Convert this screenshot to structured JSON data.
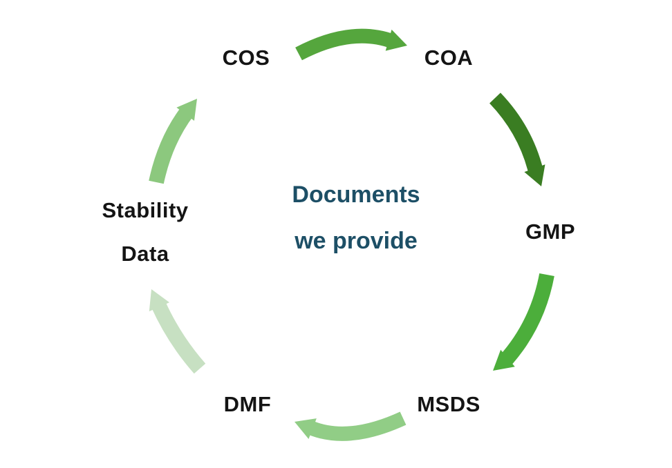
{
  "diagram": {
    "type": "cycle",
    "center_title": {
      "line1": "Documents",
      "line2": "we provide",
      "color": "#1d4f66"
    },
    "nodes": [
      {
        "id": "cos",
        "label": "COS"
      },
      {
        "id": "coa",
        "label": "COA"
      },
      {
        "id": "gmp",
        "label": "GMP"
      },
      {
        "id": "msds",
        "label": "MSDS"
      },
      {
        "id": "dmf",
        "label": "DMF"
      },
      {
        "id": "stability",
        "label": "Stability Data"
      }
    ],
    "node_text_color": "#141414",
    "background_color": "#ffffff",
    "arrows": [
      {
        "from": "COS",
        "to": "COA",
        "color": "#55a63d"
      },
      {
        "from": "COA",
        "to": "GMP",
        "color": "#3a7d22"
      },
      {
        "from": "GMP",
        "to": "MSDS",
        "color": "#4cae3b"
      },
      {
        "from": "MSDS",
        "to": "DMF",
        "color": "#91cd86"
      },
      {
        "from": "DMF",
        "to": "Stability Data",
        "color": "#c7e0c2"
      },
      {
        "from": "Stability Data",
        "to": "COS",
        "color": "#8cc87e"
      }
    ]
  }
}
